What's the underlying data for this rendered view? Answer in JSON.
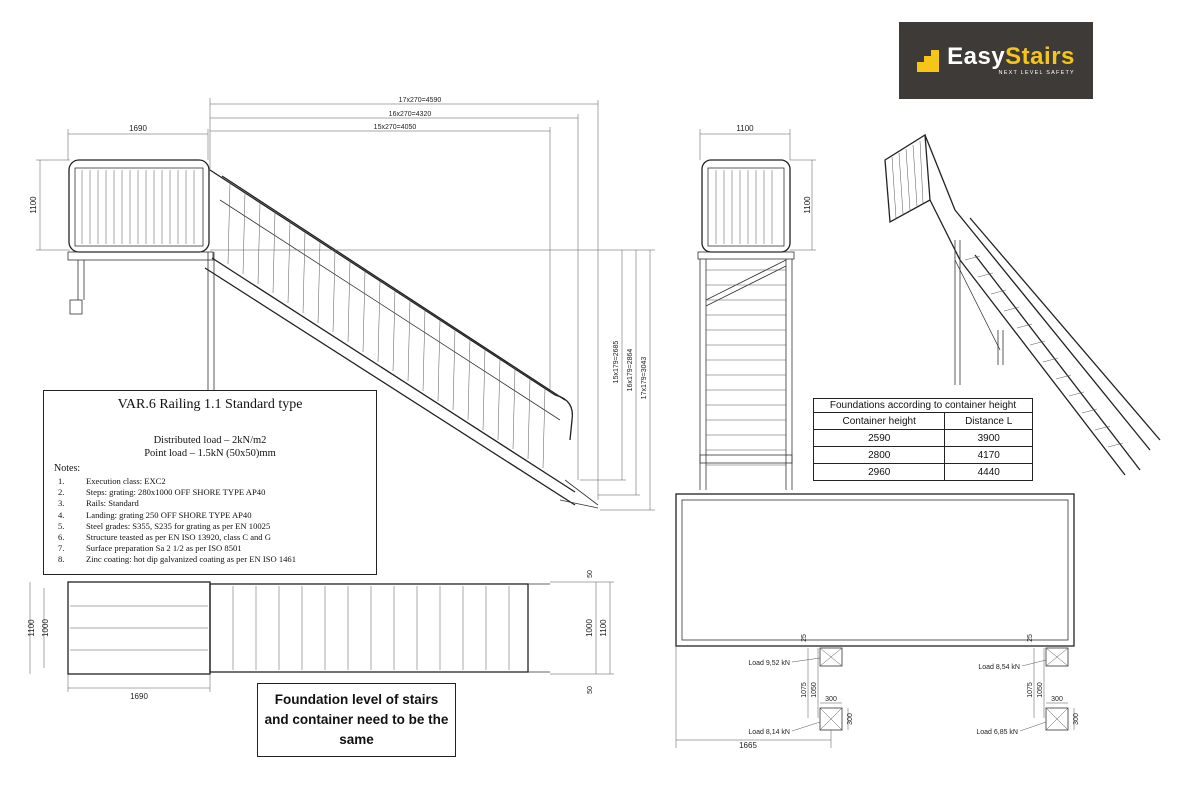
{
  "logo": {
    "name_part1": "Easy",
    "name_part2": "Stairs",
    "tagline": "NEXT LEVEL SAFETY",
    "background": "#3e3a38",
    "accent": "#f5c518"
  },
  "side_view": {
    "dims_top": [
      "17x270=4590",
      "16x270=4320",
      "15x270=4050"
    ],
    "platform_width": "1690",
    "rail_height": "1100",
    "dims_right": [
      "15x179=2685",
      "16x179=2864",
      "17x179=3043"
    ]
  },
  "front_view": {
    "width": "1100",
    "height": "1100"
  },
  "notes_box": {
    "title": "VAR.6 Railing 1.1 Standard  type",
    "distributed_load": "Distributed load – 2kN/m2",
    "point_load": "Point load – 1.5kN (50x50)mm",
    "notes_heading": "Notes:",
    "items": [
      {
        "num": "1.",
        "text": "Execution class: EXC2"
      },
      {
        "num": "2.",
        "text": "Steps: grating: 280x1000 OFF SHORE TYPE AP40"
      },
      {
        "num": "3.",
        "text": "Rails: Standard"
      },
      {
        "num": "4.",
        "text": "Landing: grating 250 OFF SHORE TYPE AP40"
      },
      {
        "num": "5.",
        "text": "Steel grades: S355, S235 for grating as per EN 10025"
      },
      {
        "num": "6.",
        "text": "Structure teasted as per EN ISO 13920, class C and G"
      },
      {
        "num": "7.",
        "text": "Surface preparation Sa 2 1/2 as per ISO 8501"
      },
      {
        "num": "8.",
        "text": "Zinc coating: hot dip galvanized coating as per EN ISO 1461"
      }
    ]
  },
  "plan_view": {
    "left_outer": "1100",
    "left_inner": "1000",
    "right_inner": "1000",
    "right_outer": "1100",
    "top_offset": "50",
    "bottom_offset": "50",
    "platform_length": "1690"
  },
  "foundations_table": {
    "caption": "Foundations according to container height",
    "headers": [
      "Container height",
      "Distance L"
    ],
    "rows": [
      [
        "2590",
        "3900"
      ],
      [
        "2800",
        "4170"
      ],
      [
        "2960",
        "4440"
      ]
    ]
  },
  "container_plan": {
    "load_tl": "Load 9,52 kN",
    "load_tr": "Load 8,54 kN",
    "load_bl": "Load 8,14 kN",
    "load_br": "Load 6,85 kN",
    "dim_25": "25",
    "dim_1075": "1075",
    "dim_1050": "1050",
    "dim_300": "300",
    "dim_1665": "1665"
  },
  "foundation_note": "Foundation level of stairs and container need to be the same"
}
